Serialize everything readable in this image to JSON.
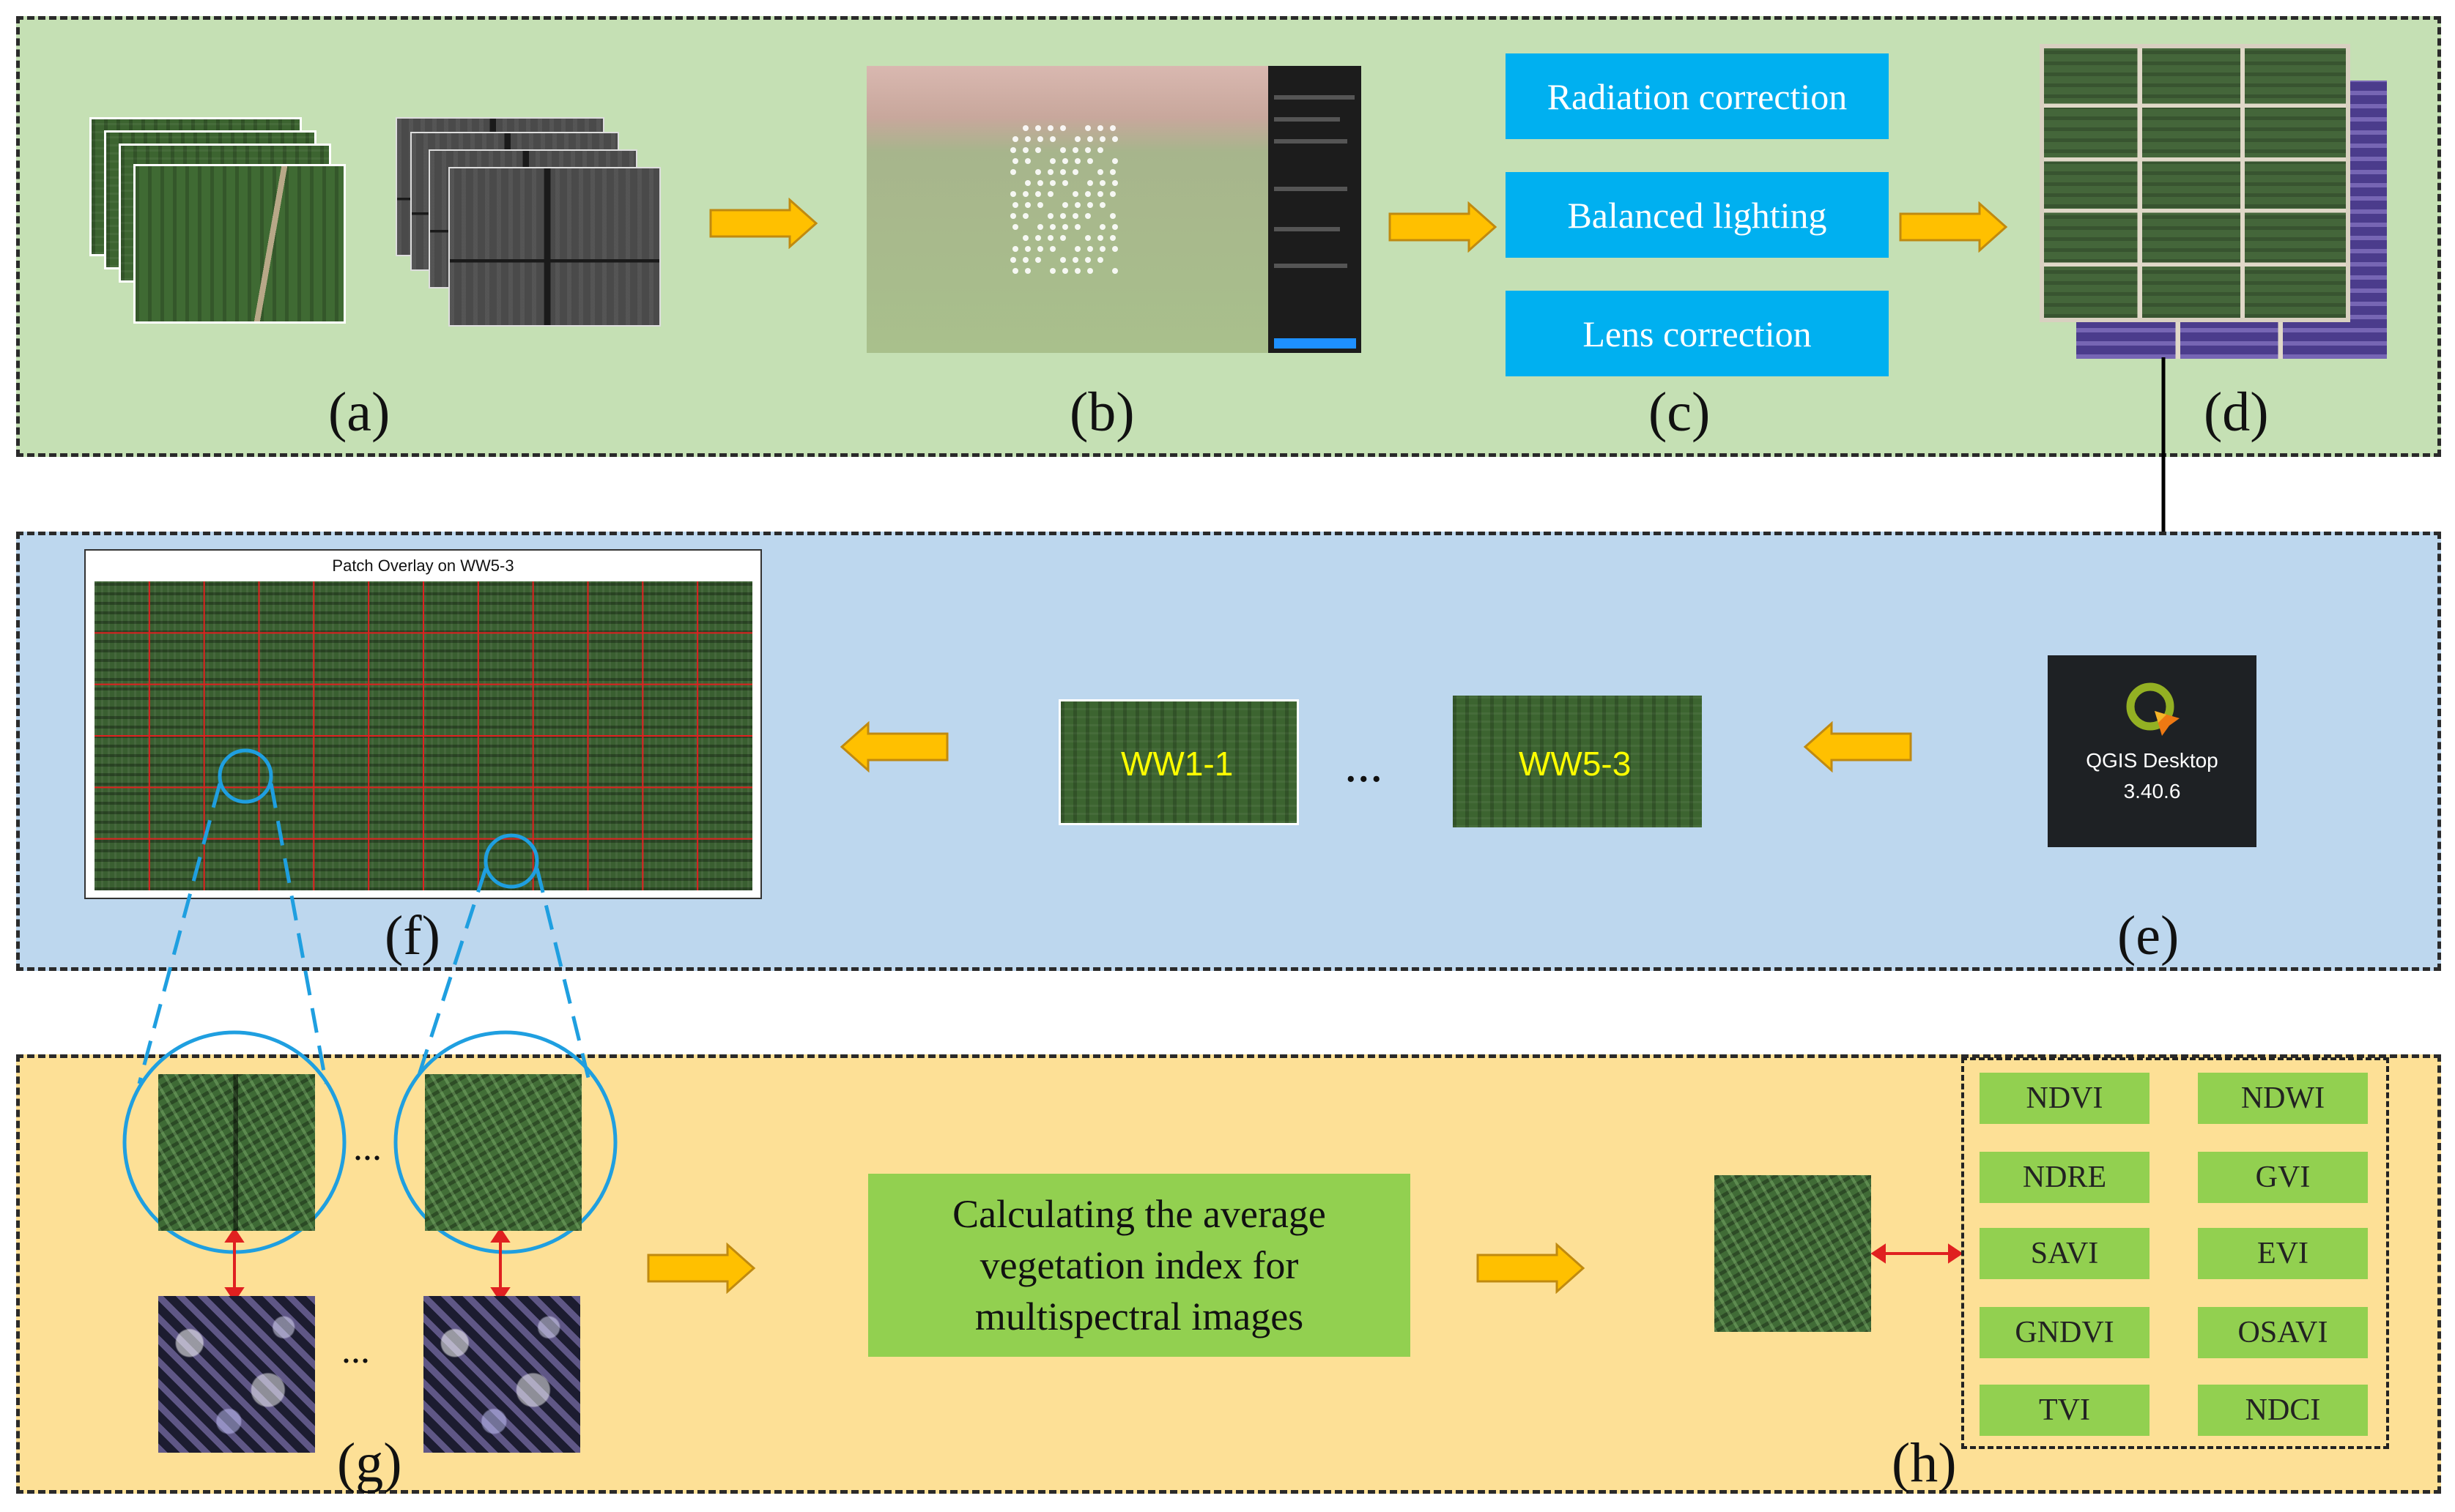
{
  "top_row": {
    "labels": {
      "a": "(a)",
      "b": "(b)",
      "c": "(c)",
      "d": "(d)"
    },
    "corrections": [
      "Radiation correction",
      "Balanced lighting",
      "Lens correction"
    ]
  },
  "middle_row": {
    "labels": {
      "e": "(e)",
      "f": "(f)"
    },
    "patch_title": "Patch Overlay on WW5-3",
    "plot_labels": [
      "WW1-1",
      "WW5-3"
    ],
    "ellipsis": "...",
    "qgis": {
      "name": "QGIS Desktop",
      "version": "3.40.6"
    }
  },
  "bottom_row": {
    "labels": {
      "g": "(g)",
      "h": "(h)"
    },
    "ellipsis": "...",
    "process_text": "Calculating the average vegetation index for multispectral images",
    "indices": [
      "NDVI",
      "NDWI",
      "NDRE",
      "GVI",
      "SAVI",
      "EVI",
      "GNDVI",
      "OSAVI",
      "TVI",
      "NDCI"
    ]
  },
  "colors": {
    "top_panel": "#c5e0b4",
    "middle_panel": "#bdd7ee",
    "bottom_panel": "#fde096",
    "arrow": "#ffc000",
    "correction_box": "#00b0f0",
    "index_box": "#92d050",
    "grid_line": "#e02020",
    "zoom_circle": "#1f9fe0",
    "plot_label": "#ffff00"
  }
}
